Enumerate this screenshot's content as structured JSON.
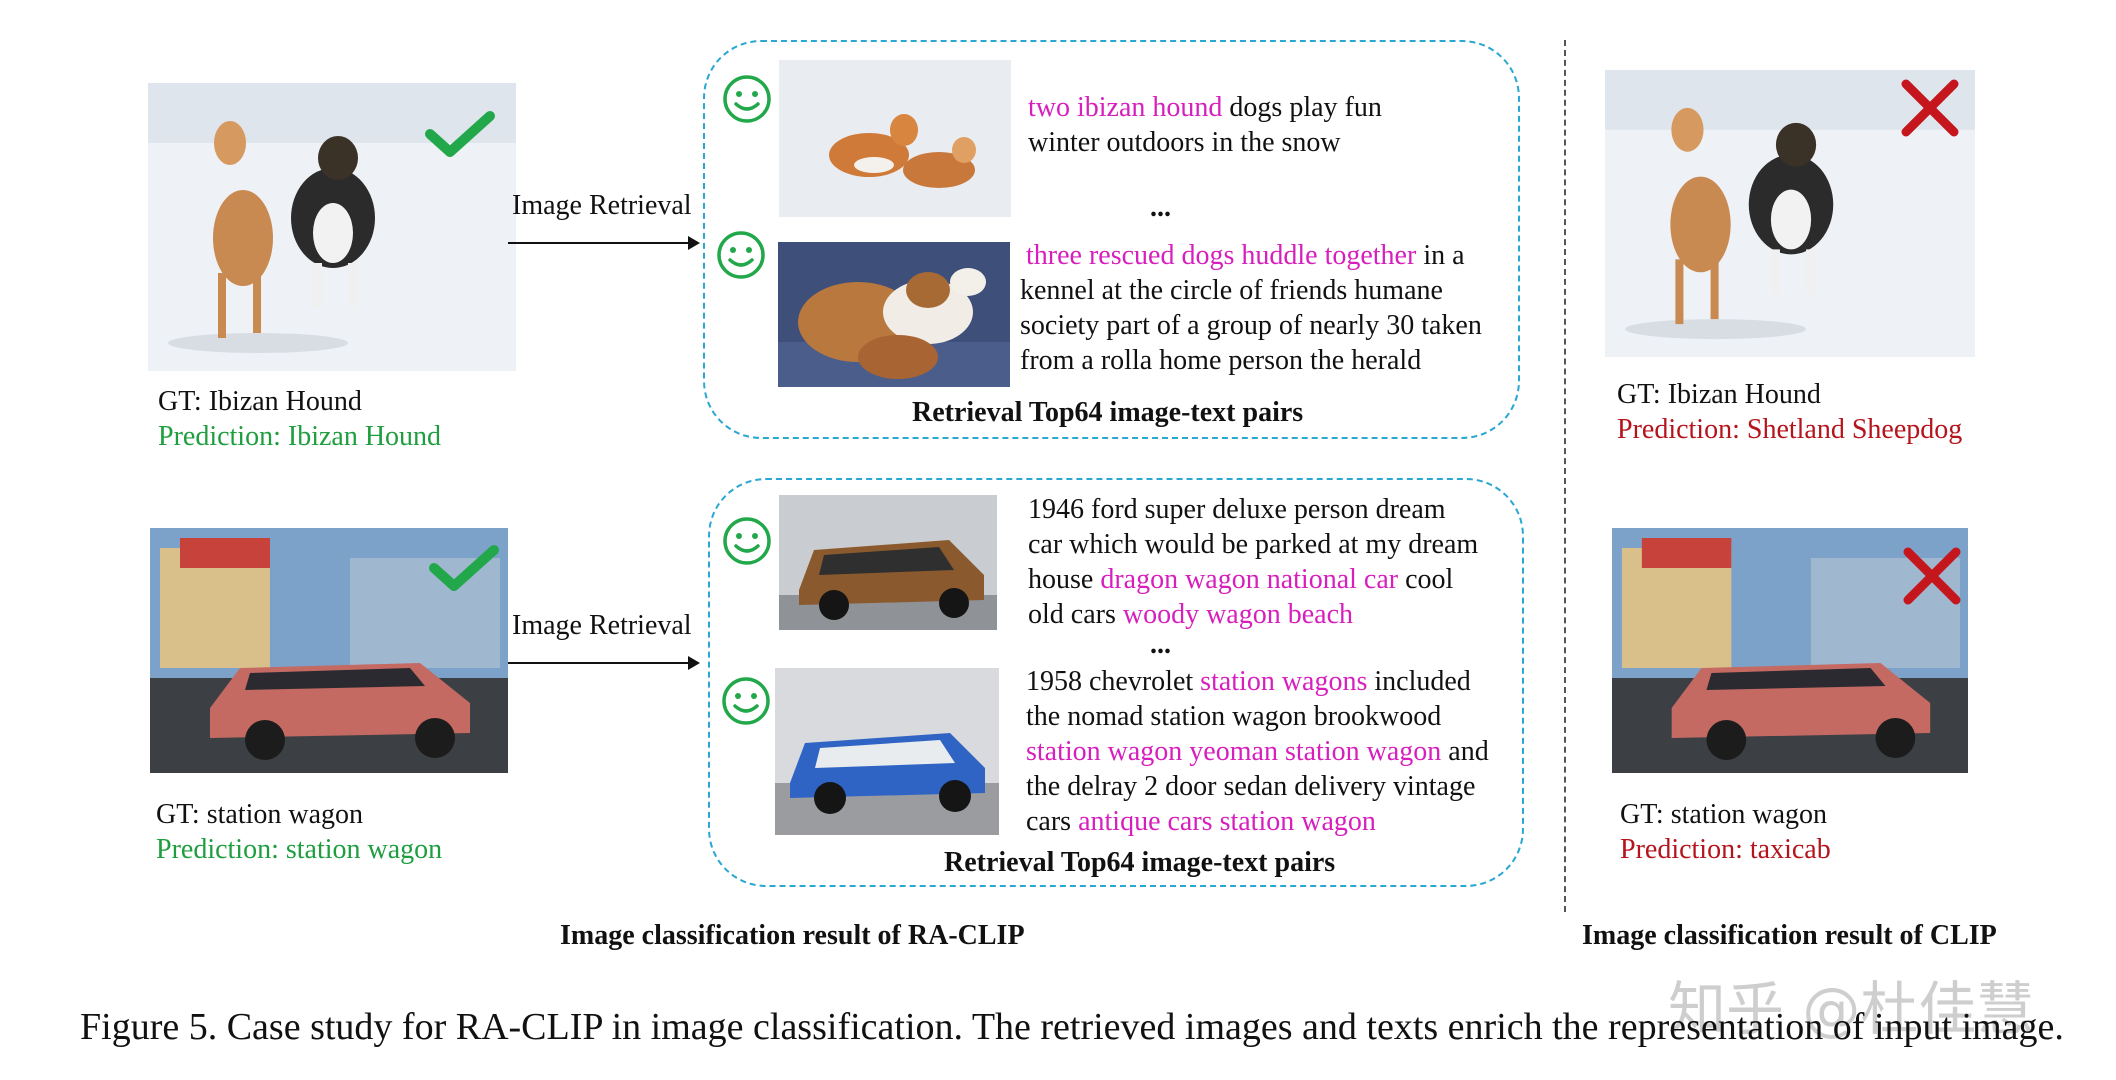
{
  "left_top": {
    "gt": "GT: Ibizan Hound",
    "prediction": "Prediction: Ibizan Hound",
    "retrieval_label": "Image Retrieval",
    "text1_highlight": "two ibizan hound",
    "text1_line1_rest": " dogs play fun",
    "text1_line2": "winter outdoors in the snow",
    "ellipsis": "...",
    "text2_highlight": "three rescued dogs huddle together",
    "text2_line1_rest": " in a",
    "text2_line2": "kennel at the circle of friends humane",
    "text2_line3": "society part of a group of nearly 30 taken",
    "text2_line4": "from a rolla home person the herald",
    "box_title": "Retrieval Top64 image-text pairs"
  },
  "left_bottom": {
    "gt": "GT: station wagon",
    "prediction": "Prediction: station wagon",
    "retrieval_label": "Image Retrieval",
    "t1_l1": "1946 ford super deluxe person dream",
    "t1_l2": "car which would be parked at my dream",
    "t1_l3_a": "house ",
    "t1_l3_hl": "dragon wagon national car",
    "t1_l3_b": " cool",
    "t1_l4_a": "old cars ",
    "t1_l4_hl": "woody wagon beach",
    "ellipsis": "...",
    "t2_l1_a": "1958 chevrolet ",
    "t2_l1_hl": "station wagons",
    "t2_l1_b": " included",
    "t2_l2": "the nomad station wagon brookwood",
    "t2_l3_hl": "station wagon yeoman station wagon",
    "t2_l3_b": " and",
    "t2_l4": "the delray 2 door sedan delivery vintage",
    "t2_l5_a": "cars ",
    "t2_l5_hl": "antique cars station wagon",
    "box_title": "Retrieval Top64 image-text pairs"
  },
  "ra_clip_label": "Image classification result of RA-CLIP",
  "right_top": {
    "gt": "GT: Ibizan Hound",
    "prediction": "Prediction: Shetland Sheepdog"
  },
  "right_bottom": {
    "gt": "GT: station wagon",
    "prediction": "Prediction: taxicab"
  },
  "clip_label": "Image classification result of CLIP",
  "caption": "Figure 5. Case study for RA-CLIP in image classification. The retrieved images and texts enrich the representation of input image.",
  "watermark": "知乎 @杜佳慧",
  "colors": {
    "highlight": "#d61fbd",
    "correct": "#1f9e3f",
    "wrong": "#b5141c",
    "box_border": "#2aa7d2"
  }
}
